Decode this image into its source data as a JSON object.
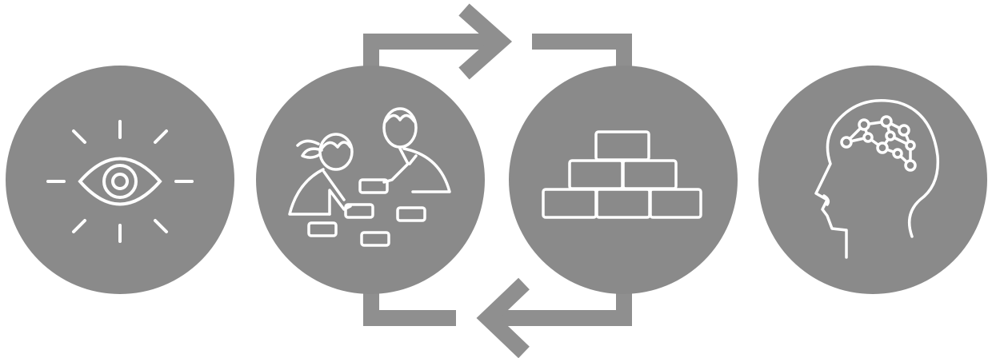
{
  "colors": {
    "circle_fill": "#8a8a8a",
    "connector": "#8f8f8f",
    "icon_stroke": "#ffffff",
    "background": "#ffffff"
  },
  "steps": [
    {
      "id": "observe",
      "icon": "eye-icon"
    },
    {
      "id": "collaborate",
      "icon": "children-building-blocks-icon"
    },
    {
      "id": "build",
      "icon": "brick-pyramid-icon"
    },
    {
      "id": "understand",
      "icon": "head-neural-network-icon"
    }
  ],
  "connectors": [
    {
      "from": "collaborate",
      "to": "build",
      "direction": "forward",
      "icon": "arrow-right-icon"
    },
    {
      "from": "build",
      "to": "collaborate",
      "direction": "back",
      "icon": "arrow-left-icon"
    }
  ]
}
